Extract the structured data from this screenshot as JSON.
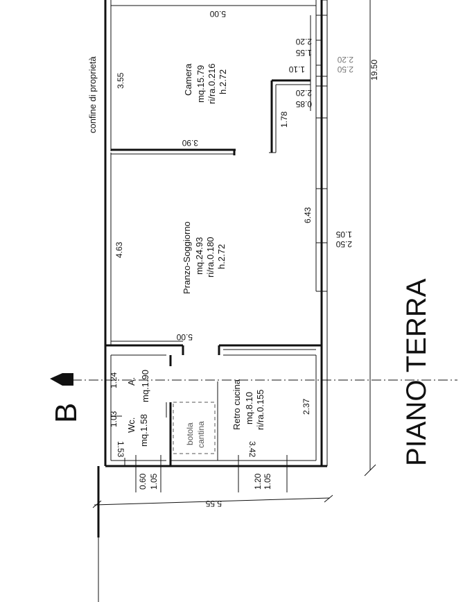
{
  "drawing": {
    "title": "PIANO TERRA",
    "boundary_label": "confine di proprietà",
    "section_letter": "B",
    "total_length": "19.50",
    "total_width": "5.55"
  },
  "rooms": {
    "camera": {
      "name": "Camera",
      "area": "mq.15.79",
      "ratio": "ri/ra.0.216",
      "height": "h.2.72"
    },
    "pranzo": {
      "name": "Pranzo-Soggiorno",
      "area": "mq.24.93",
      "ratio": "ri/ra.0.180",
      "height": "h.2.72"
    },
    "retro": {
      "name": "Retro cucina",
      "area": "mq.8.10",
      "ratio": "ri/ra.0.155"
    },
    "wc": {
      "name": "Wc.",
      "area": "mq.1.58"
    },
    "antibagno": {
      "name": "A.",
      "area": "mq.1.90"
    },
    "botola": {
      "line1": "botola",
      "line2": "cantina"
    }
  },
  "dimensions": {
    "camera_width": "5.00",
    "camera_depth": "3.55",
    "camera_lower_width": "3.90",
    "camera_side": "1.78",
    "camera_win1_h": "2.20",
    "camera_win1_w": "1.55",
    "camera_mid": "1.10",
    "camera_win2_h": "2.20",
    "camera_win2_w": "0.85",
    "camera_ext_h": "2.20",
    "camera_ext_w": "2.50",
    "pranzo_depth": "4.63",
    "pranzo_length": "6.43",
    "pranzo_win_w": "1.05",
    "pranzo_win_h": "2.50",
    "pranzo_width": "5.00",
    "ante_depth": "1.24",
    "wc_depth": "1.03",
    "wc_width": "1.53",
    "retro_depth": "2.37",
    "retro_width": "3.42",
    "door1_a": "0.60",
    "door1_b": "1.05",
    "door2_a": "1.20",
    "door2_b": "1.05"
  }
}
